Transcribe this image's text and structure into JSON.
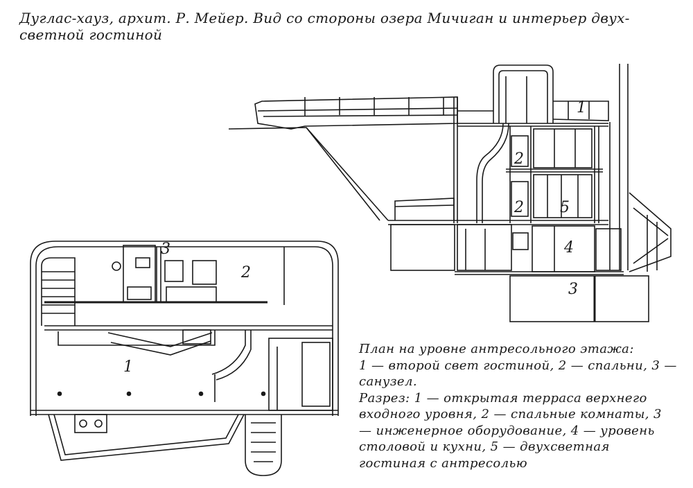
{
  "caption": "Дуглас-хауз, архит. Р. Мейер. Вид со стороны озера Мичиган и интерьер двух-светной гостиной",
  "legend": {
    "plan_heading": "План на уровне антресольного этажа:",
    "plan_items": "1 — второй свет гостиной, 2 — спальни, 3 — санузел.",
    "section_heading": "Разрез:",
    "section_items": "1 — открытая терраса верхнего входного уровня, 2 — спальные комнаты, 3 — инженерное оборудование, 4 — уровень столовой и кухни, 5 — двухсветная гостиная с антресолью"
  },
  "plan_labels": {
    "l1": "1",
    "l2": "2",
    "l3": "3"
  },
  "section_labels": {
    "s1": "1",
    "s2a": "2",
    "s2b": "2",
    "s5": "5",
    "s4": "4",
    "s3": "3"
  }
}
